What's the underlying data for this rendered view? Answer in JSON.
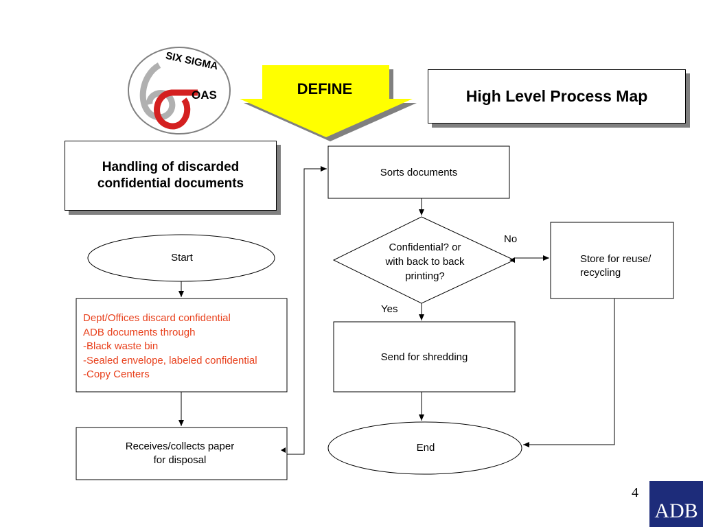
{
  "header": {
    "define_label": "DEFINE",
    "title": "High Level Process Map",
    "logo_text_top": "SIX SIGMA",
    "logo_text_oas": "OAS"
  },
  "process_title": {
    "line1": "Handling of discarded",
    "line2": "confidential documents"
  },
  "nodes": {
    "start": "Start",
    "discard_lines": [
      "Dept/Offices discard confidential",
      "ADB documents through",
      "-Black waste bin",
      "-Sealed envelope, labeled confidential",
      "-Copy Centers"
    ],
    "receives": [
      "Receives/collects paper",
      "for disposal"
    ],
    "sorts": "Sorts documents",
    "decision": [
      "Confidential? or",
      "with back to back",
      "printing?"
    ],
    "store": [
      "Store for reuse/",
      "recycling"
    ],
    "shredding": "Send for shredding",
    "end": "End"
  },
  "edge_labels": {
    "no": "No",
    "yes": "Yes"
  },
  "footer": {
    "page_number": "4",
    "logo": "ADB"
  },
  "colors": {
    "define_arrow": "#ffff00",
    "list_text": "#e8401c",
    "logo_red": "#d42020",
    "adb_blue": "#1d2c7a",
    "shadow": "#808080"
  }
}
